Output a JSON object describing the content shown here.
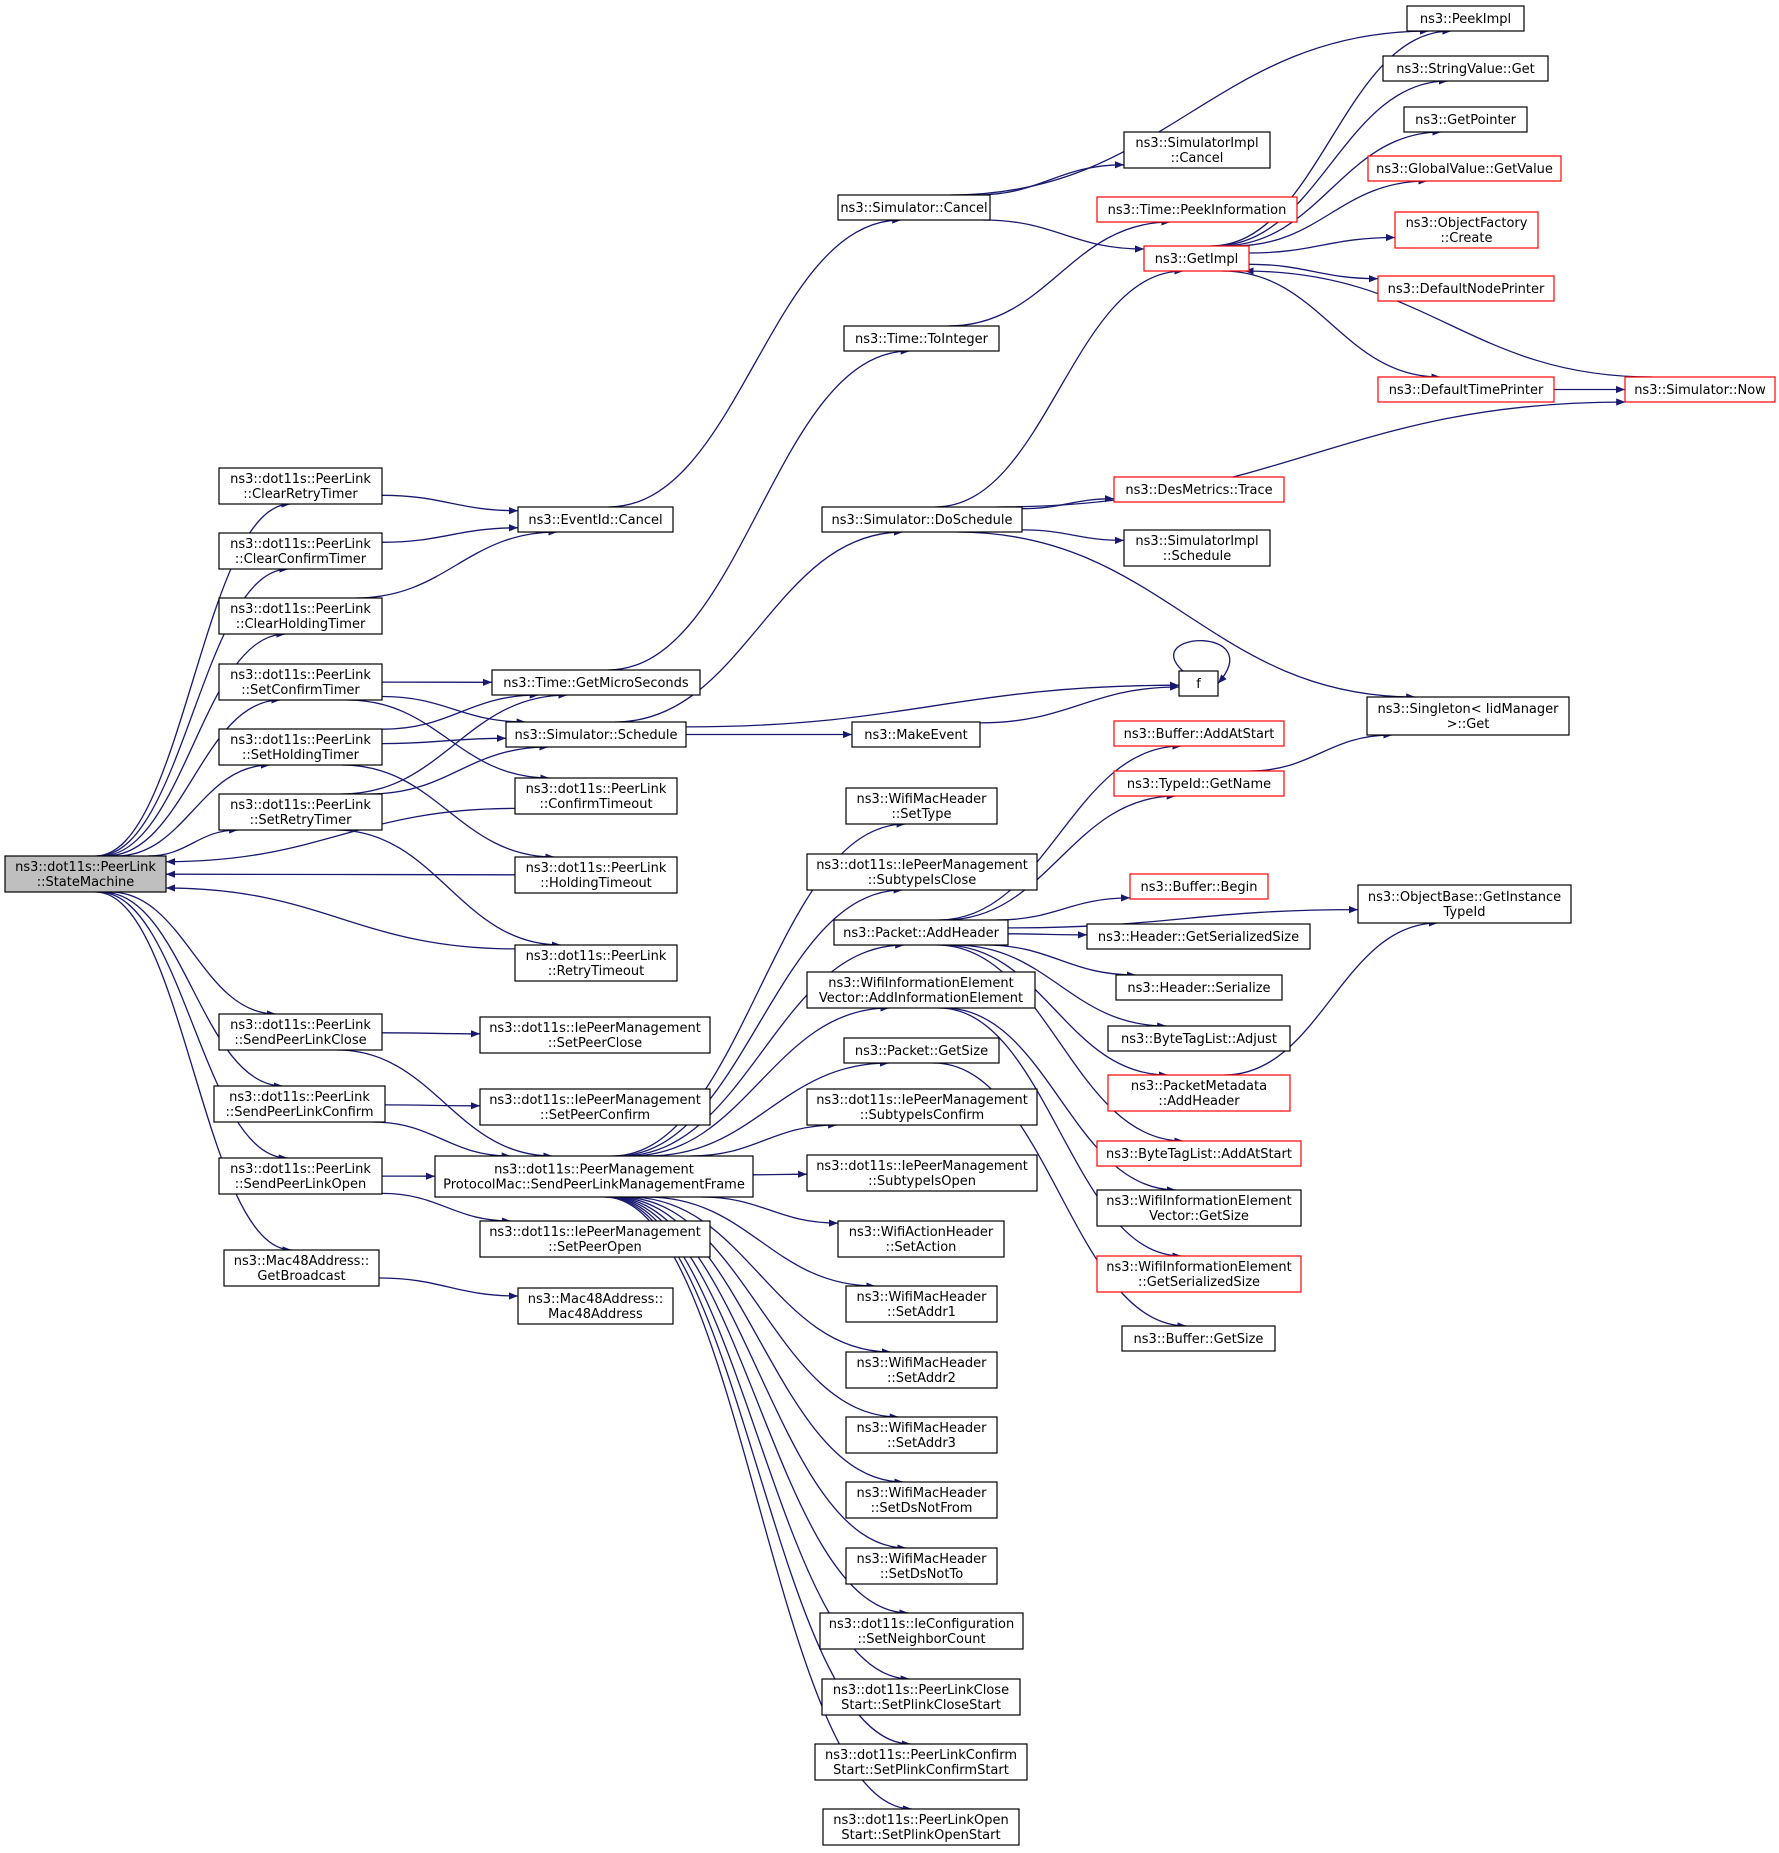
{
  "diagram": {
    "type": "call-graph",
    "colors": {
      "edge": "#191970",
      "node_border_default": "#000000",
      "node_border_truncated": "#ff0000",
      "root_fill": "#bfbfbf",
      "node_fill": "#ffffff"
    },
    "nodes": [
      {
        "id": "root",
        "lines": [
          "ns3::dot11s::PeerLink",
          "::StateMachine"
        ],
        "style": "root"
      },
      {
        "id": "clearRetry",
        "lines": [
          "ns3::dot11s::PeerLink",
          "::ClearRetryTimer"
        ],
        "style": "normal"
      },
      {
        "id": "clearConfirm",
        "lines": [
          "ns3::dot11s::PeerLink",
          "::ClearConfirmTimer"
        ],
        "style": "normal"
      },
      {
        "id": "clearHolding",
        "lines": [
          "ns3::dot11s::PeerLink",
          "::ClearHoldingTimer"
        ],
        "style": "normal"
      },
      {
        "id": "setConfirm",
        "lines": [
          "ns3::dot11s::PeerLink",
          "::SetConfirmTimer"
        ],
        "style": "normal"
      },
      {
        "id": "setHolding",
        "lines": [
          "ns3::dot11s::PeerLink",
          "::SetHoldingTimer"
        ],
        "style": "normal"
      },
      {
        "id": "setRetry",
        "lines": [
          "ns3::dot11s::PeerLink",
          "::SetRetryTimer"
        ],
        "style": "normal"
      },
      {
        "id": "sendClose",
        "lines": [
          "ns3::dot11s::PeerLink",
          "::SendPeerLinkClose"
        ],
        "style": "normal"
      },
      {
        "id": "sendConfirm",
        "lines": [
          "ns3::dot11s::PeerLink",
          "::SendPeerLinkConfirm"
        ],
        "style": "normal"
      },
      {
        "id": "sendOpen",
        "lines": [
          "ns3::dot11s::PeerLink",
          "::SendPeerLinkOpen"
        ],
        "style": "normal"
      },
      {
        "id": "getBroadcast",
        "lines": [
          "ns3::Mac48Address::",
          "GetBroadcast"
        ],
        "style": "normal"
      },
      {
        "id": "eventCancel",
        "lines": [
          "ns3::EventId::Cancel"
        ],
        "style": "normal"
      },
      {
        "id": "getMicro",
        "lines": [
          "ns3::Time::GetMicroSeconds"
        ],
        "style": "normal"
      },
      {
        "id": "simSchedule",
        "lines": [
          "ns3::Simulator::Schedule"
        ],
        "style": "normal"
      },
      {
        "id": "confirmTimeout",
        "lines": [
          "ns3::dot11s::PeerLink",
          "::ConfirmTimeout"
        ],
        "style": "normal"
      },
      {
        "id": "holdingTimeout",
        "lines": [
          "ns3::dot11s::PeerLink",
          "::HoldingTimeout"
        ],
        "style": "normal"
      },
      {
        "id": "retryTimeout",
        "lines": [
          "ns3::dot11s::PeerLink",
          "::RetryTimeout"
        ],
        "style": "normal"
      },
      {
        "id": "setPeerClose",
        "lines": [
          "ns3::dot11s::IePeerManagement",
          "::SetPeerClose"
        ],
        "style": "normal"
      },
      {
        "id": "setPeerConfirm",
        "lines": [
          "ns3::dot11s::IePeerManagement",
          "::SetPeerConfirm"
        ],
        "style": "normal"
      },
      {
        "id": "sendMgmt",
        "lines": [
          "ns3::dot11s::PeerManagement",
          "ProtocolMac::SendPeerLinkManagementFrame"
        ],
        "style": "normal"
      },
      {
        "id": "setPeerOpen",
        "lines": [
          "ns3::dot11s::IePeerManagement",
          "::SetPeerOpen"
        ],
        "style": "normal"
      },
      {
        "id": "mac48",
        "lines": [
          "ns3::Mac48Address::",
          "Mac48Address"
        ],
        "style": "normal"
      },
      {
        "id": "simCancel",
        "lines": [
          "ns3::Simulator::Cancel"
        ],
        "style": "normal"
      },
      {
        "id": "timeToInteger",
        "lines": [
          "ns3::Time::ToInteger"
        ],
        "style": "normal"
      },
      {
        "id": "doSchedule",
        "lines": [
          "ns3::Simulator::DoSchedule"
        ],
        "style": "normal"
      },
      {
        "id": "makeEvent",
        "lines": [
          "ns3::MakeEvent"
        ],
        "style": "normal"
      },
      {
        "id": "wifiSetType",
        "lines": [
          "ns3::WifiMacHeader",
          "::SetType"
        ],
        "style": "normal"
      },
      {
        "id": "subtypeClose",
        "lines": [
          "ns3::dot11s::IePeerManagement",
          "::SubtypeIsClose"
        ],
        "style": "normal"
      },
      {
        "id": "pktAddHeader",
        "lines": [
          "ns3::Packet::AddHeader"
        ],
        "style": "normal"
      },
      {
        "id": "wieAdd",
        "lines": [
          "ns3::WifiInformationElement",
          "Vector::AddInformationElement"
        ],
        "style": "normal"
      },
      {
        "id": "pktGetSize",
        "lines": [
          "ns3::Packet::GetSize"
        ],
        "style": "normal"
      },
      {
        "id": "subtypeConfirm",
        "lines": [
          "ns3::dot11s::IePeerManagement",
          "::SubtypeIsConfirm"
        ],
        "style": "normal"
      },
      {
        "id": "subtypeOpen",
        "lines": [
          "ns3::dot11s::IePeerManagement",
          "::SubtypeIsOpen"
        ],
        "style": "normal"
      },
      {
        "id": "setAction",
        "lines": [
          "ns3::WifiActionHeader",
          "::SetAction"
        ],
        "style": "normal"
      },
      {
        "id": "setAddr1",
        "lines": [
          "ns3::WifiMacHeader",
          "::SetAddr1"
        ],
        "style": "normal"
      },
      {
        "id": "setAddr2",
        "lines": [
          "ns3::WifiMacHeader",
          "::SetAddr2"
        ],
        "style": "normal"
      },
      {
        "id": "setAddr3",
        "lines": [
          "ns3::WifiMacHeader",
          "::SetAddr3"
        ],
        "style": "normal"
      },
      {
        "id": "setDsNotFrom",
        "lines": [
          "ns3::WifiMacHeader",
          "::SetDsNotFrom"
        ],
        "style": "normal"
      },
      {
        "id": "setDsNotTo",
        "lines": [
          "ns3::WifiMacHeader",
          "::SetDsNotTo"
        ],
        "style": "normal"
      },
      {
        "id": "setNeighbor",
        "lines": [
          "ns3::dot11s::IeConfiguration",
          "::SetNeighborCount"
        ],
        "style": "normal"
      },
      {
        "id": "plinkClose",
        "lines": [
          "ns3::dot11s::PeerLinkClose",
          "Start::SetPlinkCloseStart"
        ],
        "style": "normal"
      },
      {
        "id": "plinkConfirm",
        "lines": [
          "ns3::dot11s::PeerLinkConfirm",
          "Start::SetPlinkConfirmStart"
        ],
        "style": "normal"
      },
      {
        "id": "plinkOpen",
        "lines": [
          "ns3::dot11s::PeerLinkOpen",
          "Start::SetPlinkOpenStart"
        ],
        "style": "normal"
      },
      {
        "id": "simImplCancel",
        "lines": [
          "ns3::SimulatorImpl",
          "::Cancel"
        ],
        "style": "normal"
      },
      {
        "id": "peekInfo",
        "lines": [
          "ns3::Time::PeekInformation"
        ],
        "style": "truncated"
      },
      {
        "id": "getImpl",
        "lines": [
          "ns3::GetImpl"
        ],
        "style": "truncated"
      },
      {
        "id": "desTrace",
        "lines": [
          "ns3::DesMetrics::Trace"
        ],
        "style": "truncated"
      },
      {
        "id": "simImplSched",
        "lines": [
          "ns3::SimulatorImpl",
          "::Schedule"
        ],
        "style": "normal"
      },
      {
        "id": "fFunc",
        "lines": [
          "f"
        ],
        "style": "normal"
      },
      {
        "id": "bufAddAtStart",
        "lines": [
          "ns3::Buffer::AddAtStart"
        ],
        "style": "truncated"
      },
      {
        "id": "typeGetName",
        "lines": [
          "ns3::TypeId::GetName"
        ],
        "style": "truncated"
      },
      {
        "id": "bufBegin",
        "lines": [
          "ns3::Buffer::Begin"
        ],
        "style": "truncated"
      },
      {
        "id": "hdrSerSize",
        "lines": [
          "ns3::Header::GetSerializedSize"
        ],
        "style": "normal"
      },
      {
        "id": "hdrSerialize",
        "lines": [
          "ns3::Header::Serialize"
        ],
        "style": "normal"
      },
      {
        "id": "btlAdjust",
        "lines": [
          "ns3::ByteTagList::Adjust"
        ],
        "style": "normal"
      },
      {
        "id": "pmAddHeader",
        "lines": [
          "ns3::PacketMetadata",
          "::AddHeader"
        ],
        "style": "truncated"
      },
      {
        "id": "btlAddAtStart",
        "lines": [
          "ns3::ByteTagList::AddAtStart"
        ],
        "style": "truncated"
      },
      {
        "id": "wievGetSize",
        "lines": [
          "ns3::WifiInformationElement",
          "Vector::GetSize"
        ],
        "style": "normal"
      },
      {
        "id": "wieGetSerSize",
        "lines": [
          "ns3::WifiInformationElement",
          "::GetSerializedSize"
        ],
        "style": "truncated"
      },
      {
        "id": "bufGetSize",
        "lines": [
          "ns3::Buffer::GetSize"
        ],
        "style": "normal"
      },
      {
        "id": "peekImpl",
        "lines": [
          "ns3::PeekImpl"
        ],
        "style": "normal"
      },
      {
        "id": "strValGet",
        "lines": [
          "ns3::StringValue::Get"
        ],
        "style": "normal"
      },
      {
        "id": "getPointer",
        "lines": [
          "ns3::GetPointer"
        ],
        "style": "normal"
      },
      {
        "id": "gvGetValue",
        "lines": [
          "ns3::GlobalValue::GetValue"
        ],
        "style": "truncated"
      },
      {
        "id": "objFactCreate",
        "lines": [
          "ns3::ObjectFactory",
          "::Create"
        ],
        "style": "truncated"
      },
      {
        "id": "defNodePrinter",
        "lines": [
          "ns3::DefaultNodePrinter"
        ],
        "style": "truncated"
      },
      {
        "id": "defTimePrinter",
        "lines": [
          "ns3::DefaultTimePrinter"
        ],
        "style": "truncated"
      },
      {
        "id": "simNow",
        "lines": [
          "ns3::Simulator::Now"
        ],
        "style": "truncated"
      },
      {
        "id": "singletonGet",
        "lines": [
          "ns3::Singleton< IidManager",
          " >::Get"
        ],
        "style": "normal"
      },
      {
        "id": "objBaseGetTid",
        "lines": [
          "ns3::ObjectBase::GetInstance",
          "TypeId"
        ],
        "style": "normal"
      }
    ],
    "edges": [
      [
        "root",
        "clearRetry"
      ],
      [
        "root",
        "clearConfirm"
      ],
      [
        "root",
        "clearHolding"
      ],
      [
        "root",
        "setConfirm"
      ],
      [
        "root",
        "setHolding"
      ],
      [
        "root",
        "setRetry"
      ],
      [
        "root",
        "sendClose"
      ],
      [
        "root",
        "sendConfirm"
      ],
      [
        "root",
        "sendOpen"
      ],
      [
        "root",
        "getBroadcast"
      ],
      [
        "clearRetry",
        "eventCancel"
      ],
      [
        "clearConfirm",
        "eventCancel"
      ],
      [
        "clearHolding",
        "eventCancel"
      ],
      [
        "setConfirm",
        "getMicro"
      ],
      [
        "setConfirm",
        "simSchedule"
      ],
      [
        "setConfirm",
        "confirmTimeout"
      ],
      [
        "setHolding",
        "getMicro"
      ],
      [
        "setHolding",
        "simSchedule"
      ],
      [
        "setHolding",
        "holdingTimeout"
      ],
      [
        "setRetry",
        "getMicro"
      ],
      [
        "setRetry",
        "simSchedule"
      ],
      [
        "setRetry",
        "retryTimeout"
      ],
      [
        "confirmTimeout",
        "root"
      ],
      [
        "holdingTimeout",
        "root"
      ],
      [
        "retryTimeout",
        "root"
      ],
      [
        "sendClose",
        "setPeerClose"
      ],
      [
        "sendClose",
        "sendMgmt"
      ],
      [
        "sendConfirm",
        "setPeerConfirm"
      ],
      [
        "sendConfirm",
        "sendMgmt"
      ],
      [
        "sendOpen",
        "sendMgmt"
      ],
      [
        "sendOpen",
        "setPeerOpen"
      ],
      [
        "getBroadcast",
        "mac48"
      ],
      [
        "eventCancel",
        "simCancel"
      ],
      [
        "getMicro",
        "timeToInteger"
      ],
      [
        "simSchedule",
        "doSchedule"
      ],
      [
        "simSchedule",
        "makeEvent"
      ],
      [
        "simSchedule",
        "fFunc"
      ],
      [
        "simCancel",
        "peekImpl"
      ],
      [
        "simCancel",
        "simImplCancel"
      ],
      [
        "simCancel",
        "getImpl"
      ],
      [
        "timeToInteger",
        "peekInfo"
      ],
      [
        "doSchedule",
        "getImpl"
      ],
      [
        "doSchedule",
        "simNow"
      ],
      [
        "doSchedule",
        "desTrace"
      ],
      [
        "doSchedule",
        "simImplSched"
      ],
      [
        "doSchedule",
        "singletonGet"
      ],
      [
        "makeEvent",
        "fFunc"
      ],
      [
        "fFunc",
        "fFunc"
      ],
      [
        "getImpl",
        "peekImpl"
      ],
      [
        "getImpl",
        "strValGet"
      ],
      [
        "getImpl",
        "getPointer"
      ],
      [
        "getImpl",
        "gvGetValue"
      ],
      [
        "getImpl",
        "objFactCreate"
      ],
      [
        "getImpl",
        "defNodePrinter"
      ],
      [
        "getImpl",
        "defTimePrinter"
      ],
      [
        "defTimePrinter",
        "simNow"
      ],
      [
        "simNow",
        "getImpl"
      ],
      [
        "sendMgmt",
        "wifiSetType"
      ],
      [
        "sendMgmt",
        "subtypeClose"
      ],
      [
        "sendMgmt",
        "pktAddHeader"
      ],
      [
        "sendMgmt",
        "wieAdd"
      ],
      [
        "sendMgmt",
        "pktGetSize"
      ],
      [
        "sendMgmt",
        "subtypeConfirm"
      ],
      [
        "sendMgmt",
        "subtypeOpen"
      ],
      [
        "sendMgmt",
        "setAction"
      ],
      [
        "sendMgmt",
        "setAddr1"
      ],
      [
        "sendMgmt",
        "setAddr2"
      ],
      [
        "sendMgmt",
        "setAddr3"
      ],
      [
        "sendMgmt",
        "setDsNotFrom"
      ],
      [
        "sendMgmt",
        "setDsNotTo"
      ],
      [
        "sendMgmt",
        "setNeighbor"
      ],
      [
        "sendMgmt",
        "plinkClose"
      ],
      [
        "sendMgmt",
        "plinkConfirm"
      ],
      [
        "sendMgmt",
        "plinkOpen"
      ],
      [
        "pktAddHeader",
        "bufAddAtStart"
      ],
      [
        "pktAddHeader",
        "typeGetName"
      ],
      [
        "pktAddHeader",
        "objBaseGetTid"
      ],
      [
        "pktAddHeader",
        "bufBegin"
      ],
      [
        "pktAddHeader",
        "hdrSerSize"
      ],
      [
        "pktAddHeader",
        "hdrSerialize"
      ],
      [
        "pktAddHeader",
        "btlAdjust"
      ],
      [
        "pktAddHeader",
        "pmAddHeader"
      ],
      [
        "pktAddHeader",
        "btlAddAtStart"
      ],
      [
        "typeGetName",
        "singletonGet"
      ],
      [
        "pmAddHeader",
        "objBaseGetTid"
      ],
      [
        "wieAdd",
        "wievGetSize"
      ],
      [
        "wieAdd",
        "wieGetSerSize"
      ],
      [
        "pktGetSize",
        "bufGetSize"
      ]
    ]
  }
}
